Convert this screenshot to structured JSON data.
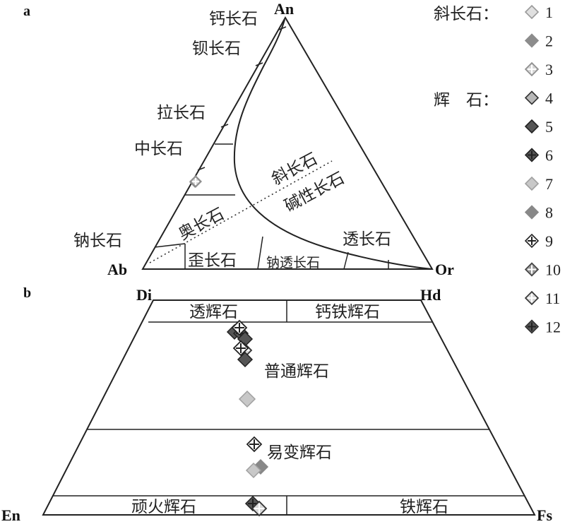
{
  "panel_a": {
    "label": "a",
    "vertices": {
      "top": "An",
      "left": "Ab",
      "right": "Or"
    },
    "labels": {
      "anorthite": "钙长石",
      "bytownite": "钡长石",
      "labradorite": "拉长石",
      "andesine": "中长石",
      "albite": "钠长石",
      "oligoclase": "奥长石",
      "anorthoclase": "歪长石",
      "sodasanidine": "钠透长石",
      "sanidine": "透长石",
      "plagioclase": "斜长石",
      "basic_plagioclase": "碱性长石"
    }
  },
  "panel_b": {
    "label": "b",
    "vertices": {
      "top_left": "Di",
      "top_right": "Hd",
      "bottom_left": "En",
      "bottom_right": "Fs"
    },
    "labels": {
      "diopside": "透辉石",
      "hedenbergite": "钙铁辉石",
      "augite": "普通辉石",
      "pigeonite": "易变辉石",
      "enstatite": "顽火辉石",
      "ferrosilite": "铁辉石"
    }
  },
  "legend": {
    "plagioclase_label": "斜长石：",
    "pyroxene_label": "辉　石：",
    "items": [
      {
        "num": "1",
        "fill": "#e0e0e0",
        "stroke": "#9a9a9a",
        "marker": "none"
      },
      {
        "num": "2",
        "fill": "#8c8c8c",
        "stroke": "#8c8c8c",
        "marker": "none"
      },
      {
        "num": "3",
        "fill": "#d6d6d6",
        "stroke": "#8c8c8c",
        "marker": "plus"
      },
      {
        "num": "4",
        "fill": "#b8b8b8",
        "stroke": "#333333",
        "marker": "none"
      },
      {
        "num": "5",
        "fill": "#555555",
        "stroke": "#222222",
        "marker": "none"
      },
      {
        "num": "6",
        "fill": "#555555",
        "stroke": "#222222",
        "marker": "plus-dark"
      },
      {
        "num": "7",
        "fill": "#c8c8c8",
        "stroke": "#a0a0a0",
        "marker": "none"
      },
      {
        "num": "8",
        "fill": "#888888",
        "stroke": "#888888",
        "marker": "none"
      },
      {
        "num": "9",
        "fill": "#ffffff",
        "stroke": "#222222",
        "marker": "plus-dark"
      },
      {
        "num": "10",
        "fill": "#9a9a9a",
        "stroke": "#444444",
        "marker": "plus"
      },
      {
        "num": "11",
        "fill": "#d8d8d8",
        "stroke": "#333333",
        "marker": "plus-dark"
      },
      {
        "num": "12",
        "fill": "#555555",
        "stroke": "#333333",
        "marker": "plus-dark"
      }
    ]
  }
}
